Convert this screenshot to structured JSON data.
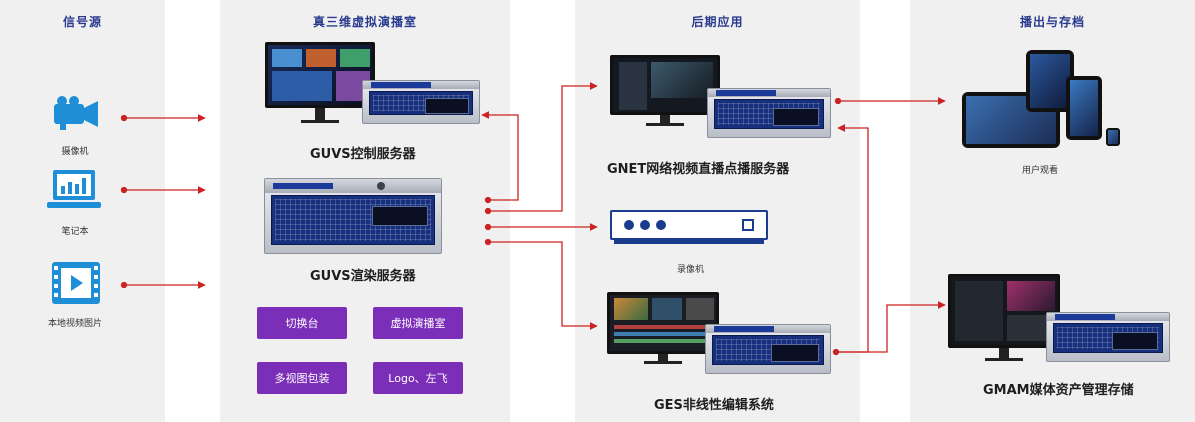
{
  "columns": {
    "source": "信号源",
    "studio": "真三维虚拟演播室",
    "post": "后期应用",
    "output": "播出与存档"
  },
  "sources": {
    "camera": "摄像机",
    "laptop": "笔记本",
    "local_media": "本地视频图片"
  },
  "studio": {
    "control_server": "GUVS控制服务器",
    "render_server": "GUVS渲染服务器",
    "functions": [
      "切换台",
      "虚拟演播室",
      "多视图包装",
      "Logo、左飞"
    ]
  },
  "post": {
    "gnet_server": "GNET网络视频直播点播服务器",
    "recorder": "录像机",
    "ges_system": "GES非线性编辑系统"
  },
  "output": {
    "user_viewing": "用户观看",
    "gmam_storage": "GMAM媒体资产管理存储"
  },
  "colors": {
    "accent_title": "#2a3b8f",
    "function_button": "#7b2fb8",
    "connector": "#cc2222",
    "source_icon": "#1e8fd6"
  }
}
